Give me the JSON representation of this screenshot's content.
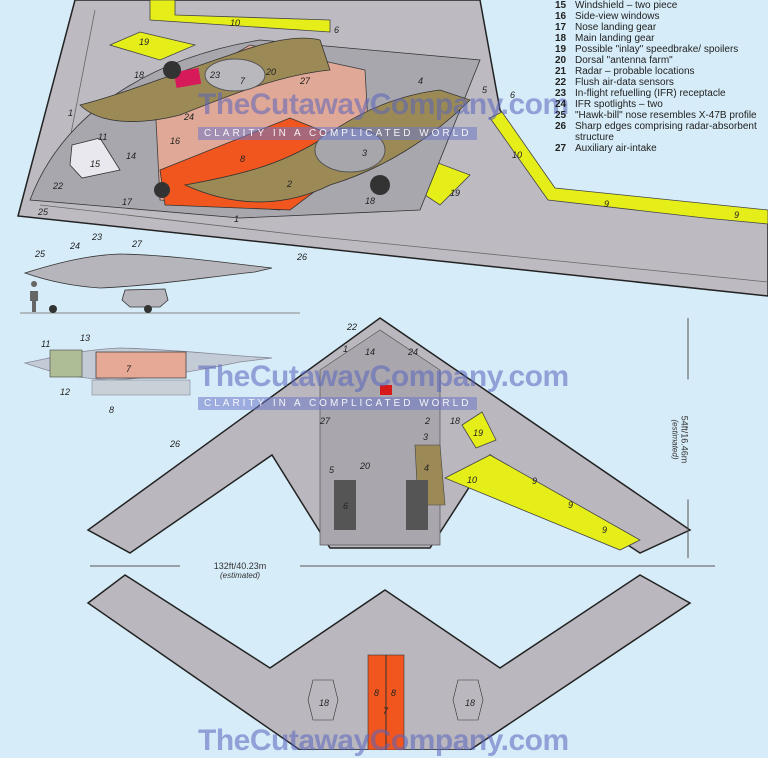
{
  "legend": [
    {
      "num": "15",
      "text": "Windshield – two piece"
    },
    {
      "num": "16",
      "text": "Side-view windows"
    },
    {
      "num": "17",
      "text": "Nose landing gear"
    },
    {
      "num": "18",
      "text": "Main landing gear"
    },
    {
      "num": "19",
      "text": "Possible \"inlay\" speedbrake/ spoilers"
    },
    {
      "num": "20",
      "text": "Dorsal \"antenna farm\""
    },
    {
      "num": "21",
      "text": "Radar – probable locations"
    },
    {
      "num": "22",
      "text": "Flush air-data sensors"
    },
    {
      "num": "23",
      "text": "In-flight refuelling (IFR) receptacle"
    },
    {
      "num": "24",
      "text": "IFR spotlights – two"
    },
    {
      "num": "25",
      "text": "\"Hawk-bill\" nose resembles X-47B profile"
    },
    {
      "num": "26",
      "text": "Sharp edges comprising radar-absorbent structure"
    },
    {
      "num": "27",
      "text": "Auxiliary air-intake"
    }
  ],
  "watermark": {
    "name": "TheCutawayCompany.com",
    "tagline": "CLARITY IN A COMPLICATED WORLD"
  },
  "dimensions": {
    "span": "132ft/40.23m",
    "span_note": "(estimated)",
    "length": "54ft/16.46m",
    "length_note": "(estimated)"
  },
  "callouts": {
    "top": [
      "10",
      "6",
      "19",
      "23",
      "20",
      "18",
      "7",
      "1",
      "24",
      "27",
      "4",
      "5",
      "6",
      "11",
      "16",
      "3",
      "15",
      "14",
      "8",
      "2",
      "10",
      "19",
      "18",
      "22",
      "17",
      "1",
      "25",
      "9",
      "9",
      "26"
    ],
    "side": [
      "25",
      "24",
      "23",
      "27",
      "11",
      "13",
      "7",
      "12",
      "8"
    ],
    "plan": [
      "22",
      "1",
      "27",
      "14",
      "24",
      "2",
      "18",
      "3",
      "19",
      "26",
      "5",
      "20",
      "4",
      "10",
      "9",
      "9",
      "9",
      "6"
    ],
    "bottom": [
      "18",
      "8",
      "8",
      "7",
      "18"
    ]
  },
  "colors": {
    "background": "#d6ecf8",
    "airframe": "#b9b7bd",
    "yellow": "#e6ee1a",
    "orange": "#f0561e",
    "bay": "#e6a995",
    "olive": "#9b8a55"
  }
}
